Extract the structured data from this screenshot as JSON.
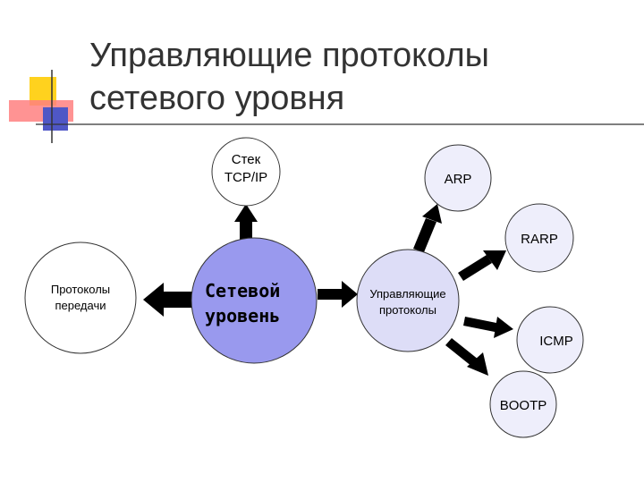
{
  "slide": {
    "title_line1": "Управляющие протоколы",
    "title_line2": "сетевого уровня"
  },
  "nodes": {
    "stack": {
      "line1": "Стек",
      "line2": "TCP/IP"
    },
    "transport": {
      "line1": "Протоколы",
      "line2": "передачи"
    },
    "network": {
      "line1": "Сетевой",
      "line2": "уровень"
    },
    "control": {
      "line1": "Управляющие",
      "line2": "протоколы"
    },
    "arp": {
      "label": "ARP"
    },
    "rarp": {
      "label": "RARP"
    },
    "icmp": {
      "label": "ICMP"
    },
    "bootp": {
      "label": "BOOTP"
    }
  },
  "colors": {
    "network_fill": "#9999ee",
    "control_fill": "#ddddf7",
    "protocol_fill": "#eeeefb",
    "plain_fill": "#ffffff",
    "accent_yellow": "#ffd21e",
    "accent_red": "#ff6a6a",
    "accent_blue": "#4f57c6"
  }
}
